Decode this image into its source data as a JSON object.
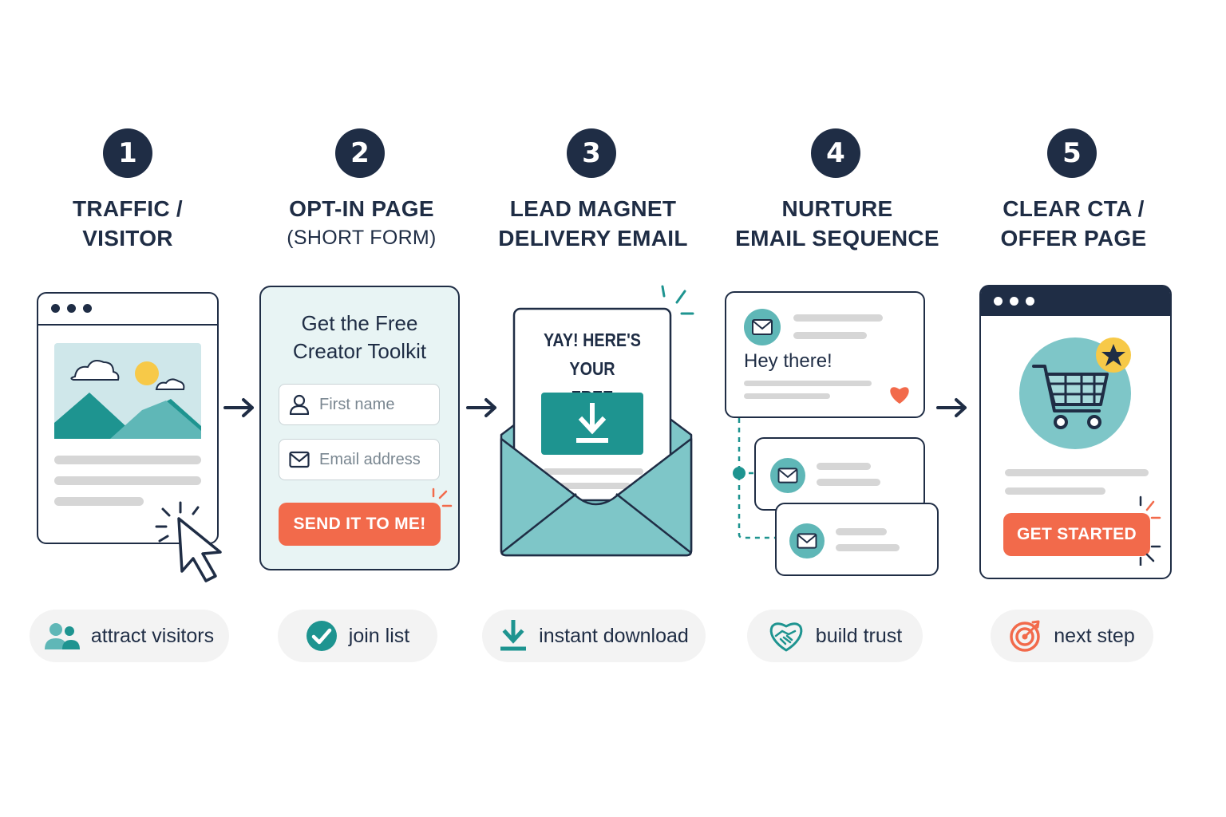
{
  "steps": [
    {
      "number": "1",
      "title_line1": "TRAFFIC /",
      "title_line2": "VISITOR",
      "pill": "attract visitors",
      "icon": "users-icon"
    },
    {
      "number": "2",
      "title_line1": "OPT-IN PAGE",
      "title_line2": "(SHORT FORM)",
      "pill": "join list",
      "icon": "check-circle-icon"
    },
    {
      "number": "3",
      "title_line1": "LEAD MAGNET",
      "title_line2": "DELIVERY EMAIL",
      "pill": "instant download",
      "icon": "download-icon"
    },
    {
      "number": "4",
      "title_line1": "NURTURE",
      "title_line2": "EMAIL SEQUENCE",
      "pill": "build trust",
      "icon": "handshake-heart-icon"
    },
    {
      "number": "5",
      "title_line1": "CLEAR CTA /",
      "title_line2": "OFFER PAGE",
      "pill": "next step",
      "icon": "target-icon"
    }
  ],
  "optin": {
    "heading_line1": "Get the Free",
    "heading_line2": "Creator Toolkit",
    "first_name_placeholder": "First name",
    "email_placeholder": "Email address",
    "button": "SEND IT TO ME!"
  },
  "delivery": {
    "line1": "YAY! HERE'S YOUR",
    "line2": "FREE DOWNLOAD"
  },
  "nurture": {
    "greeting": "Hey there!"
  },
  "offer": {
    "button": "GET STARTED"
  },
  "colors": {
    "navy": "#1f2d45",
    "teal": "#1e9490",
    "light_teal": "#7ec6c8",
    "coral": "#f26a4b",
    "yellow": "#f7c948"
  }
}
